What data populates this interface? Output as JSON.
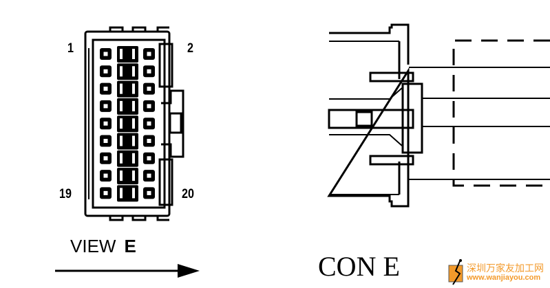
{
  "view": {
    "title": "VIEW",
    "letter": "E",
    "pin_labels": {
      "top_left": "1",
      "top_right": "2",
      "bottom_left": "19",
      "bottom_right": "20"
    },
    "rows": 9
  },
  "connector": {
    "title": "CON E"
  },
  "watermark": {
    "chinese": "深圳万家友加工网",
    "url": "www.wanjiayou.com"
  },
  "colors": {
    "line": "#000000",
    "watermark": "#f39a2b"
  }
}
